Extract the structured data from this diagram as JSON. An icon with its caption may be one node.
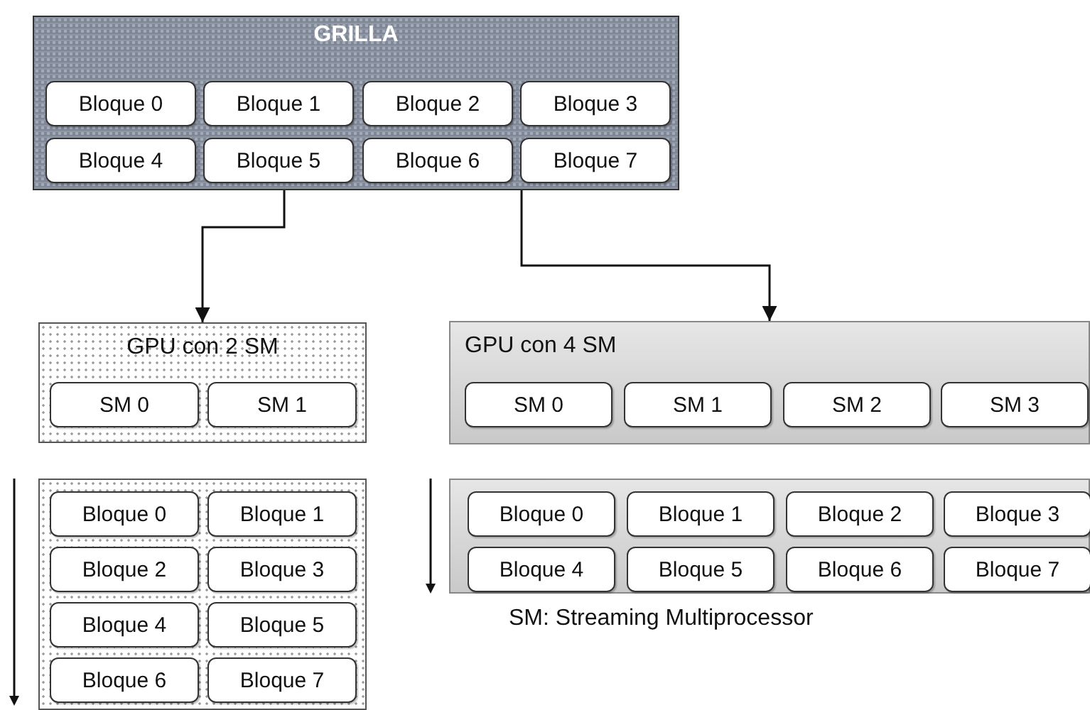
{
  "diagram": {
    "nodes": [
      {
        "text": [
          "GRILLA"
        ]
      },
      {
        "text": [
          "Bloque 0"
        ],
        "in": 0
      },
      {
        "text": [
          "Bloque 1"
        ],
        "in": 0
      },
      {
        "text": [
          "Bloque 2"
        ],
        "in": 0
      },
      {
        "text": [
          "Bloque 3"
        ],
        "in": 0
      },
      {
        "text": [
          "Bloque 4"
        ],
        "in": 0
      },
      {
        "text": [
          "Bloque 5"
        ],
        "in": 0
      },
      {
        "text": [
          "Bloque 6"
        ],
        "in": 0
      },
      {
        "text": [
          "Bloque 7"
        ],
        "in": 0
      },
      {
        "text": [
          "GPU con 2 SM"
        ]
      },
      {
        "text": [
          "SM 0"
        ],
        "in": 9
      },
      {
        "text": [
          "SM 1"
        ],
        "in": 9
      },
      {
        "text": [
          "GPU con 4 SM"
        ]
      },
      {
        "text": [
          "SM 0"
        ],
        "in": 12
      },
      {
        "text": [
          "SM 1"
        ],
        "in": 12
      },
      {
        "text": [
          "SM 2"
        ],
        "in": 12
      },
      {
        "text": [
          "SM 3"
        ],
        "in": 12
      },
      {
        "text": [],
        "shape": "box"
      },
      {
        "text": [
          "Bloque 0"
        ],
        "in": 17
      },
      {
        "text": [
          "Bloque 1"
        ],
        "in": 17
      },
      {
        "text": [
          "Bloque 2"
        ],
        "in": 17
      },
      {
        "text": [
          "Bloque 3"
        ],
        "in": 17
      },
      {
        "text": [
          "Bloque 4"
        ],
        "in": 17
      },
      {
        "text": [
          "Bloque 5"
        ],
        "in": 17
      },
      {
        "text": [
          "Bloque 6"
        ],
        "in": 17
      },
      {
        "text": [
          "Bloque 7"
        ],
        "in": 17
      },
      {
        "text": [],
        "shape": "box"
      },
      {
        "text": [
          "Bloque 0"
        ],
        "in": 26
      },
      {
        "text": [
          "Bloque 1"
        ],
        "in": 26
      },
      {
        "text": [
          "Bloque 2"
        ],
        "in": 26
      },
      {
        "text": [
          "Bloque 3"
        ],
        "in": 26
      },
      {
        "text": [
          "Bloque 4"
        ],
        "in": 26
      },
      {
        "text": [
          "Bloque 5"
        ],
        "in": 26
      },
      {
        "text": [
          "Bloque 6"
        ],
        "in": 26
      },
      {
        "text": [
          "Bloque 7"
        ],
        "in": 26
      }
    ],
    "edges": [
      {
        "from": 0,
        "to": 9,
        "arrow": "to"
      },
      {
        "from": 0,
        "to": 12,
        "arrow": "to"
      }
    ],
    "labels": [
      "SM: Streaming Multiprocessor"
    ]
  }
}
